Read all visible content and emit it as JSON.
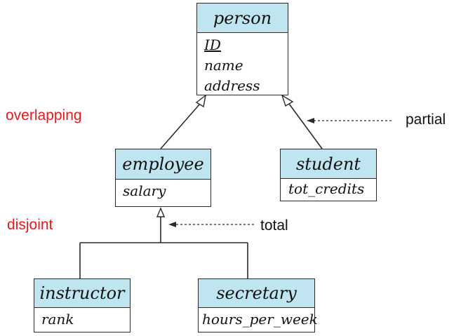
{
  "entities": {
    "person": {
      "name": "person",
      "attributes": [
        "ID",
        "name",
        "address"
      ],
      "primary_key": "ID"
    },
    "employee": {
      "name": "employee",
      "attributes": [
        "salary"
      ]
    },
    "student": {
      "name": "student",
      "attributes": [
        "tot_credits"
      ]
    },
    "instructor": {
      "name": "instructor",
      "attributes": [
        "rank"
      ]
    },
    "secretary": {
      "name": "secretary",
      "attributes": [
        "hours_per_week"
      ]
    }
  },
  "annotations": {
    "overlapping": "overlapping",
    "partial": "partial",
    "disjoint": "disjoint",
    "total": "total"
  },
  "colors": {
    "header_fill": "#bfe6f0",
    "constraint_label": "#e8191b",
    "line": "#2a2a2a"
  }
}
